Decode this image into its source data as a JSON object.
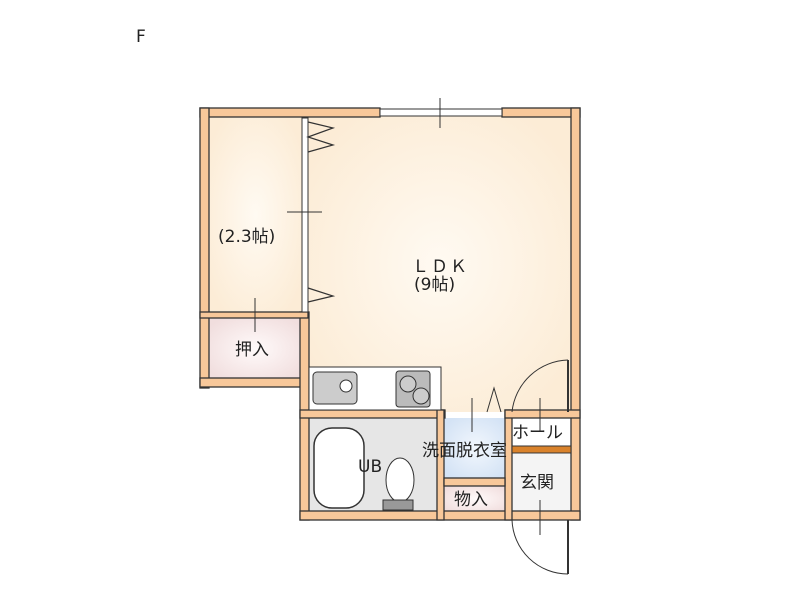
{
  "orientation_mark": "F",
  "rooms": {
    "western_room": "(2.3帖)",
    "ldk_name": "ＬＤＫ",
    "ldk_size": "(9帖)",
    "closet": "押入",
    "unit_bath": "UB",
    "washroom": "洗面脱衣室",
    "hall": "ホール",
    "storage": "物入",
    "entrance": "玄関"
  },
  "colors": {
    "wall": "#f8c89a",
    "floor": "#fdf3e4",
    "closet": "#f6e8e8",
    "wash": "#dde9f6",
    "entrance_strip": "#d9822b"
  }
}
